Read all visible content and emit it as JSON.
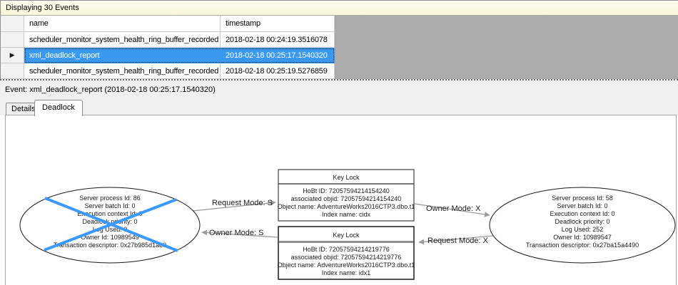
{
  "header": {
    "title": "Displaying 30 Events"
  },
  "icons": {
    "row_marker": "▶"
  },
  "grid": {
    "columns": [
      "name",
      "timestamp"
    ],
    "rows": [
      {
        "name": "scheduler_monitor_system_health_ring_buffer_recorded",
        "timestamp": "2018-02-18 00:24:19.3516078",
        "selected": false
      },
      {
        "name": "xml_deadlock_report",
        "timestamp": "2018-02-18 00:25:17.1540320",
        "selected": true
      },
      {
        "name": "scheduler_monitor_system_health_ring_buffer_recorded",
        "timestamp": "2018-02-18 00:25:19.5276859",
        "selected": false
      }
    ]
  },
  "event_bar": {
    "label": "Event: xml_deadlock_report (2018-02-18 00:25:17.1540320)"
  },
  "tabs": [
    {
      "label": "Details",
      "active": false
    },
    {
      "label": "Deadlock",
      "active": true
    }
  ],
  "deadlock_graph": {
    "processes": [
      {
        "victim": true,
        "lines": [
          "Server process Id: 86",
          "Server batch Id: 0",
          "Execution context Id: 0",
          "Deadlock priority: 0",
          "Log Used: 0",
          "Owner Id: 10989549",
          "Transaction descriptor: 0x27b985d1ae0"
        ]
      },
      {
        "victim": false,
        "lines": [
          "Server process Id: 58",
          "Server batch Id: 0",
          "Execution context Id: 0",
          "Deadlock priority: 0",
          "Log Used: 252",
          "Owner Id: 10989547",
          "Transaction descriptor: 0x27ba15a4490"
        ]
      }
    ],
    "resources": [
      {
        "title": "Key Lock",
        "lines": [
          "HoBt ID: 72057594214154240",
          "associated objid: 72057594214154240",
          "Object name: AdventureWorks2016CTP3.dbo.t1",
          "Index name: cidx"
        ]
      },
      {
        "title": "Key Lock",
        "lines": [
          "HoBt ID: 72057594214219776",
          "associated objid: 72057594214219776",
          "Object name: AdventureWorks2016CTP3.dbo.t1",
          "Index name: idx1"
        ]
      }
    ],
    "edges": [
      {
        "label": "Request Mode: S"
      },
      {
        "label": "Owner Mode: S"
      },
      {
        "label": "Owner Mode: X"
      },
      {
        "label": "Request Mode: X"
      }
    ]
  },
  "colors": {
    "selection_blue": "#3a99ee",
    "victim_cross_blue": "#3b99fc",
    "title_bar_yellow": "#f9f9dd",
    "grid_dead_area_gray": "#ababab",
    "edge_gray": "#9b9b9b"
  }
}
